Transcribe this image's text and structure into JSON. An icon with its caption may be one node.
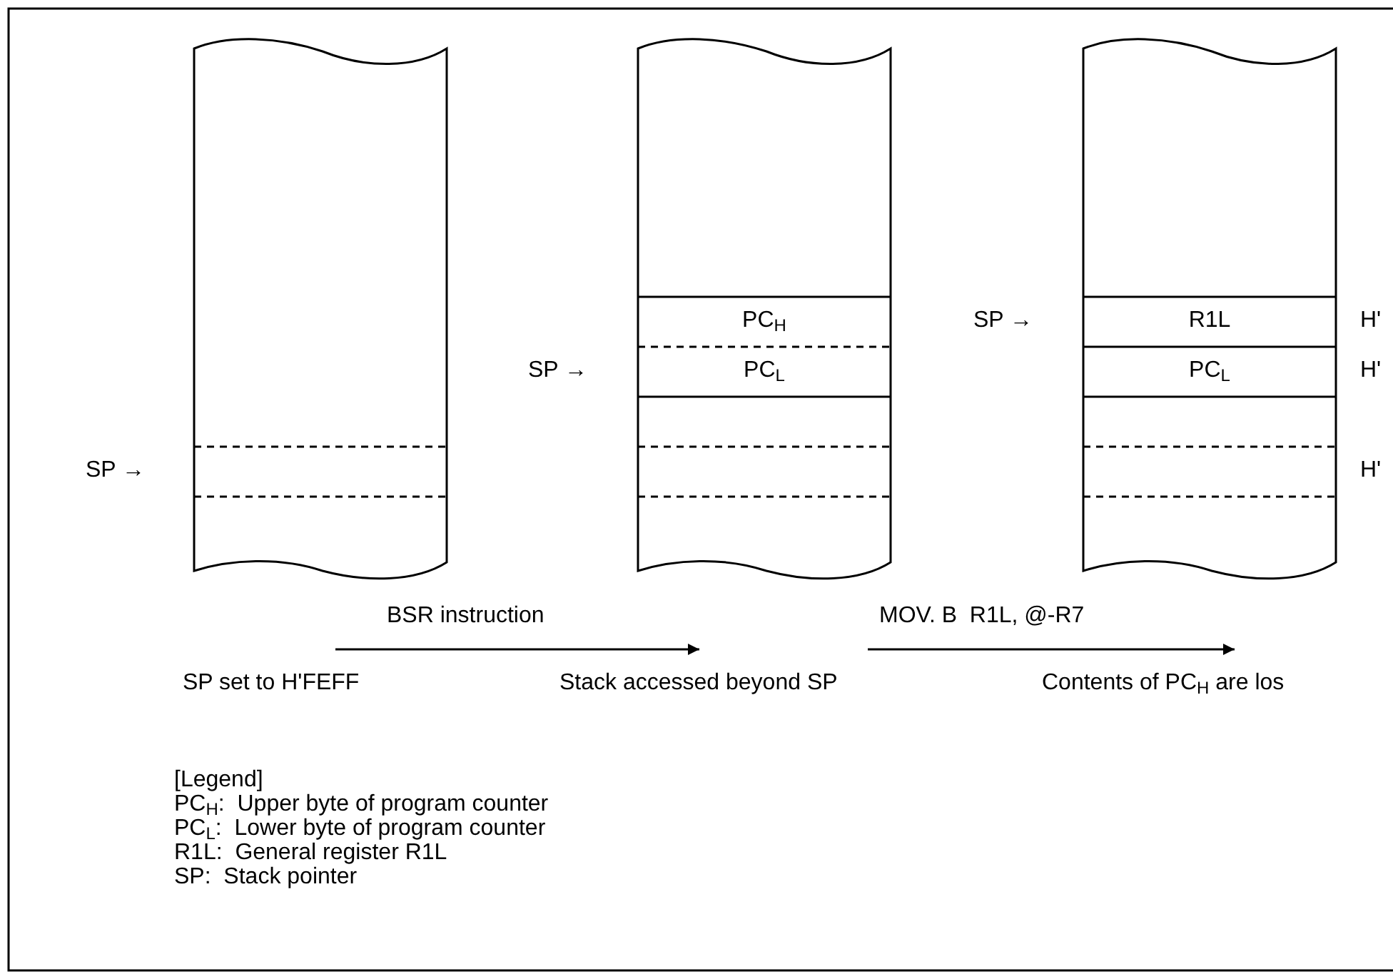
{
  "diagram": {
    "nodes": [
      {
        "text": [],
        "shape": "box"
      },
      {
        "text": [],
        "shape": "box"
      },
      {
        "text": [
          "PC$_{H}$"
        ],
        "in": 1
      },
      {
        "text": [
          "PC$_{L}$"
        ],
        "in": 1
      },
      {
        "text": [],
        "shape": "box"
      },
      {
        "text": [
          "R1L"
        ],
        "in": 4
      },
      {
        "text": [
          "PC$_{L}$"
        ],
        "in": 4
      }
    ],
    "labels": [
      "SP →",
      "SP →",
      "SP →",
      "H'",
      "H'",
      "H'",
      "BSR instruction",
      "MOV. B  R1L, @-R7",
      "SP set to H'FEFF",
      "Stack accessed beyond SP",
      "Contents of PC$_{H}$ are los",
      "[Legend]",
      "PC$_{H}$:  Upper byte of program counter",
      "PC$_{L}$:  Lower byte of program counter",
      "R1L:  General register R1L",
      "SP:  Stack pointer"
    ]
  }
}
